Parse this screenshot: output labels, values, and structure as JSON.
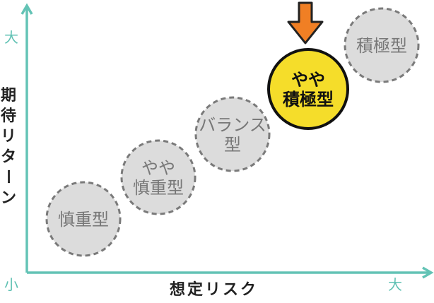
{
  "y_axis": {
    "title": "期待リターン",
    "max_label": "大"
  },
  "x_axis": {
    "title": "想定リスク",
    "max_label": "大"
  },
  "origin_label": "小",
  "bubbles": [
    {
      "id": "cautious",
      "lines": [
        "慎重型"
      ],
      "highlight": false
    },
    {
      "id": "somewhat-cautious",
      "lines": [
        "やや",
        "慎重型"
      ],
      "highlight": false
    },
    {
      "id": "balanced",
      "lines": [
        "バランス",
        "型"
      ],
      "highlight": false
    },
    {
      "id": "somewhat-aggressive",
      "lines": [
        "やや",
        "積極型"
      ],
      "highlight": true
    },
    {
      "id": "aggressive",
      "lines": [
        "積極型"
      ],
      "highlight": false
    }
  ],
  "colors": {
    "axis": "#63c3b5",
    "bubble_fill": "#dcdcdc",
    "bubble_stroke": "#7a7a7a",
    "bubble_text": "#777777",
    "highlight_fill": "#f5dd2a",
    "highlight_stroke": "#111111",
    "highlight_text": "#111111",
    "arrow_fill": "#f07f24",
    "arrow_stroke": "#222222"
  },
  "indicator": {
    "icon": "down-arrow-icon",
    "points_to": "somewhat-aggressive"
  }
}
